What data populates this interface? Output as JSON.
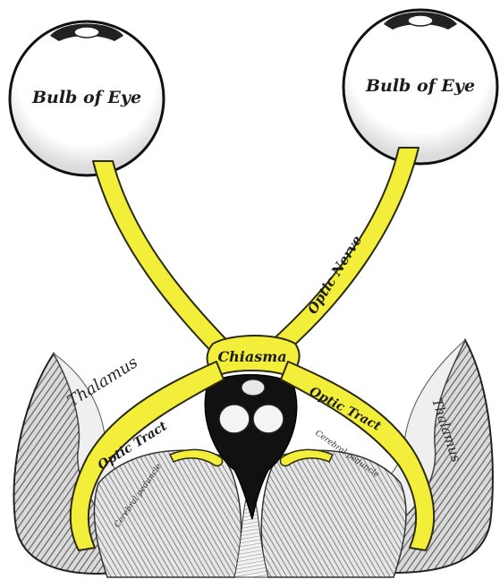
{
  "labels": {
    "bulb_left": "Bulb of Eye",
    "bulb_right": "Bulb of Eye",
    "optic_nerve": "Optic Nerve",
    "chiasma": "Chiasma",
    "optic_tract_left": "Optic Tract",
    "optic_tract_right": "Optic Tract",
    "thalamus_left": "Thalamus",
    "thalamus_right": "Thalamus",
    "cerebral_peduncle_left": "Cerebral peduncle",
    "cerebral_peduncle_right": "Cerebral peduncle"
  },
  "colors": {
    "nerve_fill": "#f2ee3a",
    "nerve_stroke": "#2b2b12",
    "ink": "#1c1c1c",
    "tissue_shade": "#7d7d7d"
  }
}
